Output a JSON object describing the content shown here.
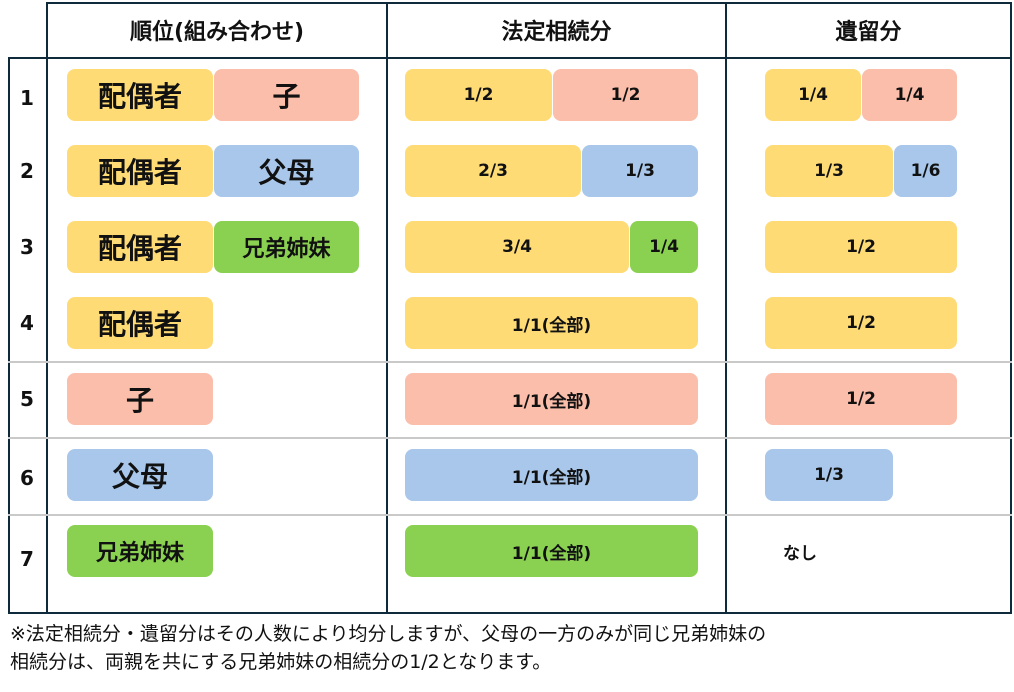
{
  "headers": {
    "rank": "順位(組み合わせ)",
    "legal_share": "法定相続分",
    "reserved_share": "遺留分"
  },
  "rows": [
    {
      "rank": "1",
      "combo": [
        "配偶者",
        "子"
      ],
      "legal": [
        "1/2",
        "1/2"
      ],
      "reserved": [
        "1/4",
        "1/4"
      ]
    },
    {
      "rank": "2",
      "combo": [
        "配偶者",
        "父母"
      ],
      "legal": [
        "2/3",
        "1/3"
      ],
      "reserved": [
        "1/3",
        "1/6"
      ]
    },
    {
      "rank": "3",
      "combo": [
        "配偶者",
        "兄弟姉妹"
      ],
      "legal": [
        "3/4",
        "1/4"
      ],
      "reserved": [
        "1/2"
      ]
    },
    {
      "rank": "4",
      "combo": [
        "配偶者"
      ],
      "legal": [
        "1/1(全部)"
      ],
      "reserved": [
        "1/2"
      ]
    },
    {
      "rank": "5",
      "combo": [
        "子"
      ],
      "legal": [
        "1/1(全部)"
      ],
      "reserved": [
        "1/2"
      ]
    },
    {
      "rank": "6",
      "combo": [
        "父母"
      ],
      "legal": [
        "1/1(全部)"
      ],
      "reserved": [
        "1/3"
      ]
    },
    {
      "rank": "7",
      "combo": [
        "兄弟姉妹"
      ],
      "legal": [
        "1/1(全部)"
      ],
      "reserved": [
        "なし"
      ]
    }
  ],
  "colors": {
    "spouse": "#ffdb75",
    "child": "#fbbeaa",
    "parents": "#a8c7ea",
    "siblings": "#8ad151"
  },
  "note": {
    "line1": "※法定相続分・遺留分はその人数により均分しますが、父母の一方のみが同じ兄弟姉妹の",
    "line2": "相続分は、両親を共にする兄弟姉妹の相続分の1/2となります。"
  }
}
